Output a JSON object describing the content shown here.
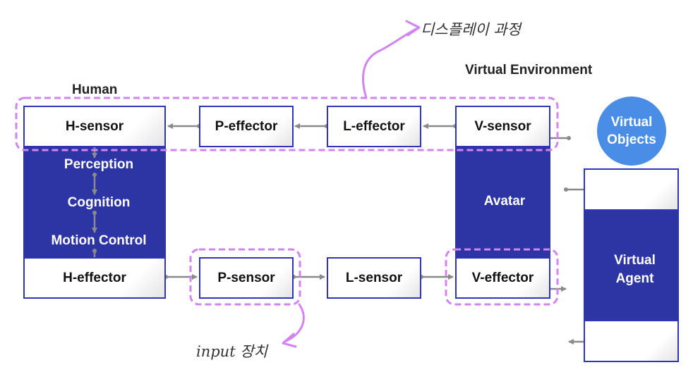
{
  "labels": {
    "human": "Human",
    "virtual_environment": "Virtual Environment"
  },
  "boxes": {
    "h_sensor": "H-sensor",
    "p_effector": "P-effector",
    "l_effector": "L-effector",
    "v_sensor": "V-sensor",
    "h_effector": "H-effector",
    "p_sensor": "P-sensor",
    "l_sensor": "L-sensor",
    "v_effector": "V-effector"
  },
  "human_column": {
    "perception": "Perception",
    "cognition": "Cognition",
    "motion_control": "Motion Control"
  },
  "avatar": "Avatar",
  "virtual_objects": [
    "Virtual",
    "Objects"
  ],
  "virtual_agent": [
    "Virtual",
    "Agent"
  ],
  "annotations": {
    "display_process": "디스플레이 과정",
    "input_device": "input 장치"
  },
  "colors": {
    "box_border": "#2e35b8",
    "column_fill": "#2d35a4",
    "virtual_objects_fill": "#4a8de6",
    "highlight_dash": "#d383f2",
    "arrow": "#8a8a8a"
  }
}
